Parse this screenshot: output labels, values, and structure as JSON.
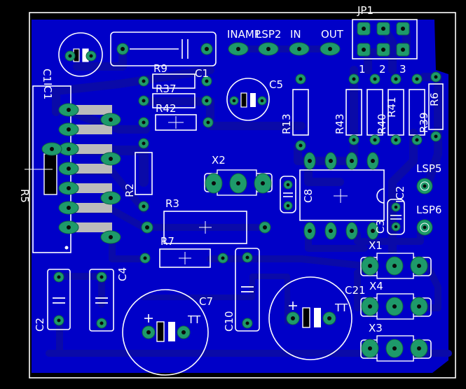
{
  "board": {
    "title": "JP1",
    "jp1_pins": [
      "1",
      "2",
      "3"
    ],
    "labels": {
      "c1_top": "C1",
      "ic1": "IC1",
      "r9": "R9",
      "r37": "R37",
      "r42": "R42",
      "c1b": "C1",
      "c5": "C5",
      "inamp": "INAMP",
      "lsp2": "LSP2",
      "in": "IN",
      "out": "OUT",
      "r13": "R13",
      "r43": "R43",
      "r40": "R40",
      "r41": "R41",
      "r39": "R39",
      "r6": "R6",
      "x2": "X2",
      "r2": "R2",
      "c8": "C8",
      "ic2": "IC2",
      "lsp5": "LSP5",
      "lsp6": "LSP6",
      "r3": "R3",
      "c3": "C3",
      "r7": "R7",
      "x1": "X1",
      "c4": "C4",
      "c2": "C2",
      "c7": "C7",
      "c10": "C10",
      "c21": "C21",
      "x4": "X4",
      "x3": "X3",
      "tt1": "TT",
      "tt2": "TT",
      "r5": "R5"
    }
  }
}
